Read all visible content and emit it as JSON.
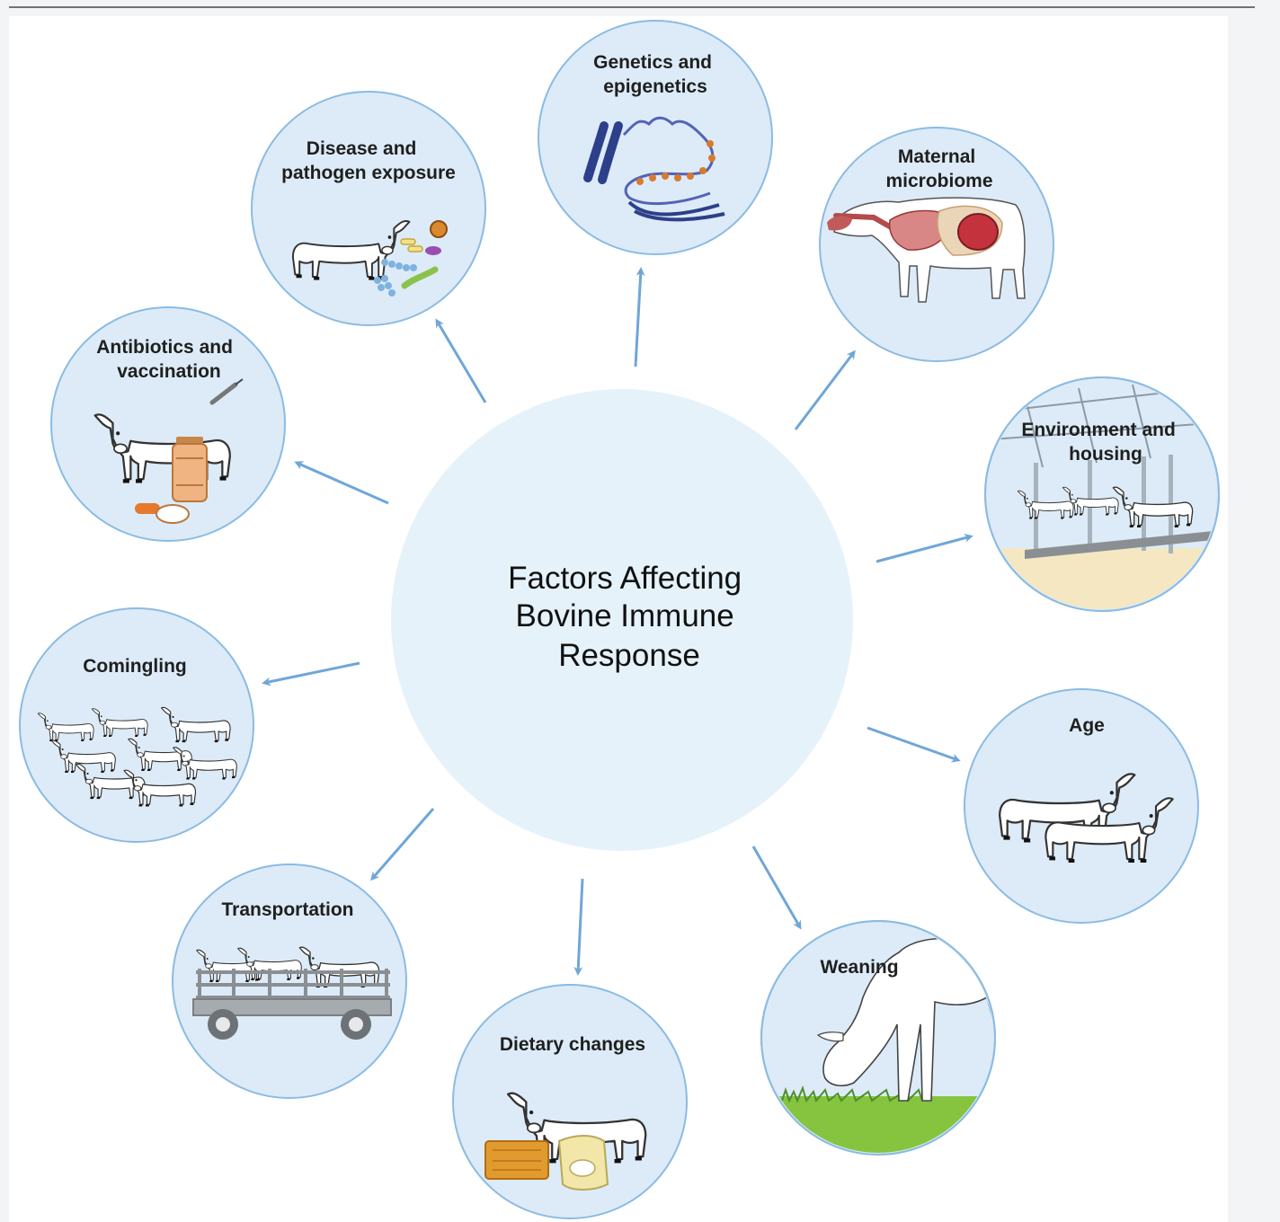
{
  "center": {
    "lines": [
      "Factors Affecting",
      "Bovine Immune",
      "Response"
    ]
  },
  "factors": [
    {
      "id": "genetics",
      "lines": [
        "Genetics and",
        "epigenetics"
      ],
      "icon": "dna-chromosome-icon"
    },
    {
      "id": "maternal",
      "lines": [
        "Maternal",
        "microbiome"
      ],
      "icon": "cow-anatomy-icon"
    },
    {
      "id": "environment",
      "lines": [
        "Environment and",
        "housing"
      ],
      "icon": "barn-cows-icon"
    },
    {
      "id": "age",
      "lines": [
        "Age"
      ],
      "icon": "cow-and-calf-icon"
    },
    {
      "id": "weaning",
      "lines": [
        "Weaning"
      ],
      "icon": "grazing-calf-icon"
    },
    {
      "id": "dietary",
      "lines": [
        "Dietary changes"
      ],
      "icon": "calf-hay-feed-icon"
    },
    {
      "id": "transportation",
      "lines": [
        "Transportation"
      ],
      "icon": "cattle-trailer-icon"
    },
    {
      "id": "comingling",
      "lines": [
        "Comingling"
      ],
      "icon": "herd-icon"
    },
    {
      "id": "antibiotics",
      "lines": [
        "Antibiotics and",
        "vaccination"
      ],
      "icon": "syringe-medicine-icon"
    },
    {
      "id": "disease",
      "lines": [
        "Disease and",
        "pathogen exposure"
      ],
      "icon": "calf-pathogens-icon"
    }
  ],
  "colors": {
    "circle_fill": "#dcebf7",
    "circle_stroke": "#8bbbe3",
    "center_fill": "#e6f2fa",
    "arrow": "#6fa6d8",
    "grass": "#86c440",
    "hay": "#e09a2e",
    "dna": "#3a4f9a",
    "bead": "#d97a2e"
  }
}
